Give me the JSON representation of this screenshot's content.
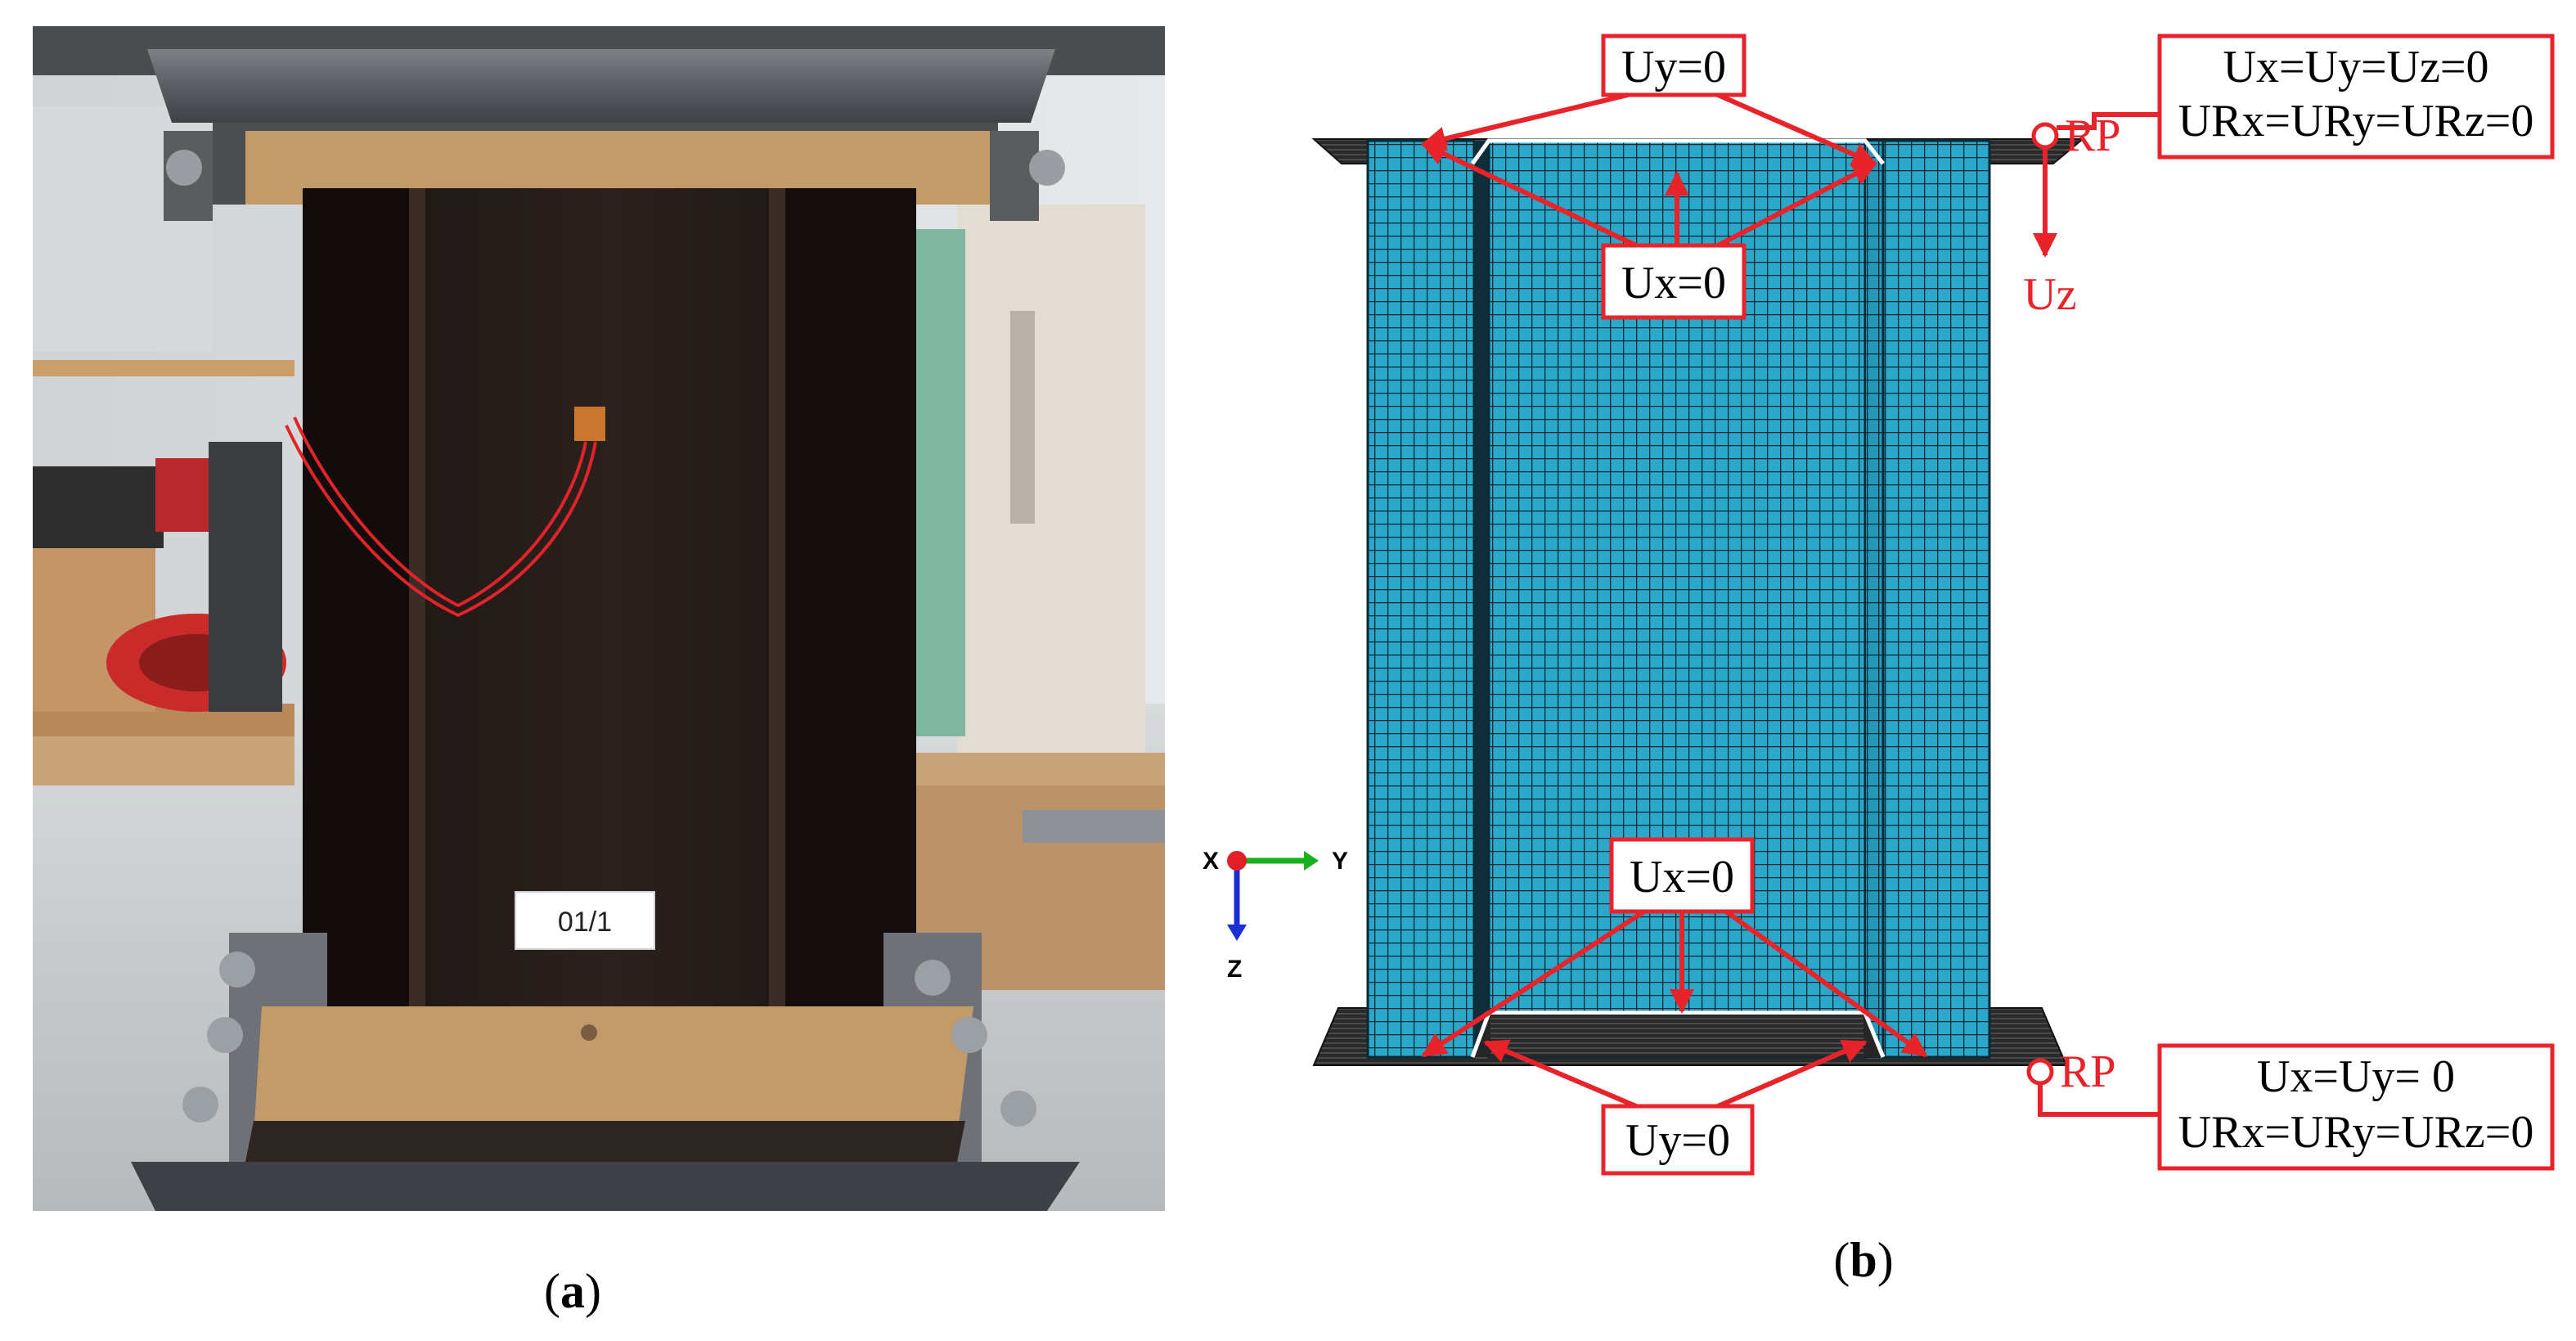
{
  "panel_a": {
    "photo_label": "01/1",
    "caption_letter": "a",
    "caption_open": "(",
    "caption_close": ")"
  },
  "panel_b": {
    "caption_letter": "b",
    "caption_open": "(",
    "caption_close": ")",
    "top_uy": "Uy=0",
    "top_ux": "Ux=0",
    "bottom_ux": "Ux=0",
    "bottom_uy": "Uy=0",
    "top_rp": "RP",
    "bottom_rp": "RP",
    "load_label": "Uz",
    "top_rp_box_line1": "Ux=Uy=Uz=0",
    "top_rp_box_line2": "URx=URy=URz=0",
    "bottom_rp_box_line1": "Ux=Uy= 0",
    "bottom_rp_box_line2": "URx=URy=URz=0",
    "triad_x": "X",
    "triad_y": "Y",
    "triad_z": "Z"
  },
  "colors": {
    "mesh_fill": "#2aa7c9",
    "mesh_line": "#0b2a36",
    "annotation_red": "#e8232a",
    "plate_dark": "#1c1c1c",
    "triad_green": "#19b21f",
    "triad_blue": "#1b2fd6",
    "triad_red": "#e21f26"
  }
}
